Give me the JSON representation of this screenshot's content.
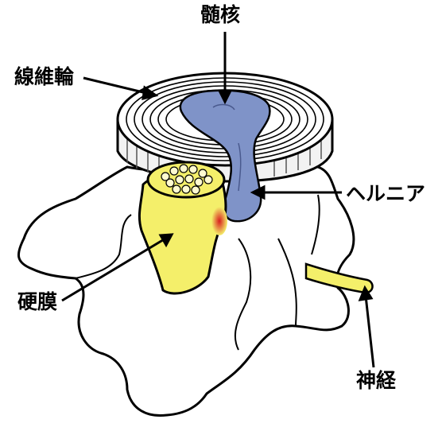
{
  "labels": {
    "annulus": "線維輪",
    "nucleus": "髄核",
    "hernia": "ヘルニア",
    "dura": "硬膜",
    "nerve": "神経"
  },
  "colors": {
    "outline": "#000000",
    "bone": "#ffffff",
    "disc_ring": "#e8e8e8",
    "nucleus": "#7f93c8",
    "dura": "#f4ef6a",
    "nerve": "#f4ef6a",
    "compression": "#e0342a"
  }
}
